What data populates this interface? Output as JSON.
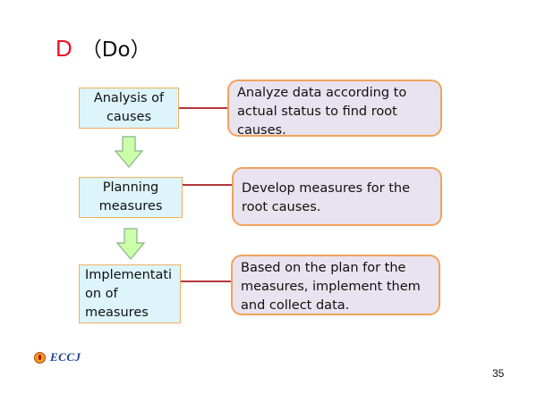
{
  "title": {
    "letter": "D",
    "paren": "（Do）"
  },
  "steps": [
    {
      "lines": [
        "Analysis of",
        "causes"
      ]
    },
    {
      "lines": [
        "Planning",
        "measures"
      ]
    },
    {
      "lines": [
        "Implementati",
        "on of",
        "measures"
      ]
    }
  ],
  "descriptions": [
    {
      "lines": [
        "Analyze data according to",
        "actual status to find root",
        "causes."
      ]
    },
    {
      "lines": [
        "Develop measures for the",
        "root causes."
      ]
    },
    {
      "lines": [
        "Based on the plan for the",
        "measures, implement them",
        "and collect data."
      ]
    }
  ],
  "footer": {
    "logo_text": "ECCJ",
    "page_number": "35"
  },
  "colors": {
    "title_letter": "#e8142a",
    "step_fill": "#dcf4fa",
    "box_border": "#f0b060",
    "desc_fill": "#e9e2ef",
    "connector": "#b3353a",
    "arrow_fill": "#ccffaa",
    "arrow_stroke": "#88b088",
    "logo_text": "#1a3c9a"
  }
}
